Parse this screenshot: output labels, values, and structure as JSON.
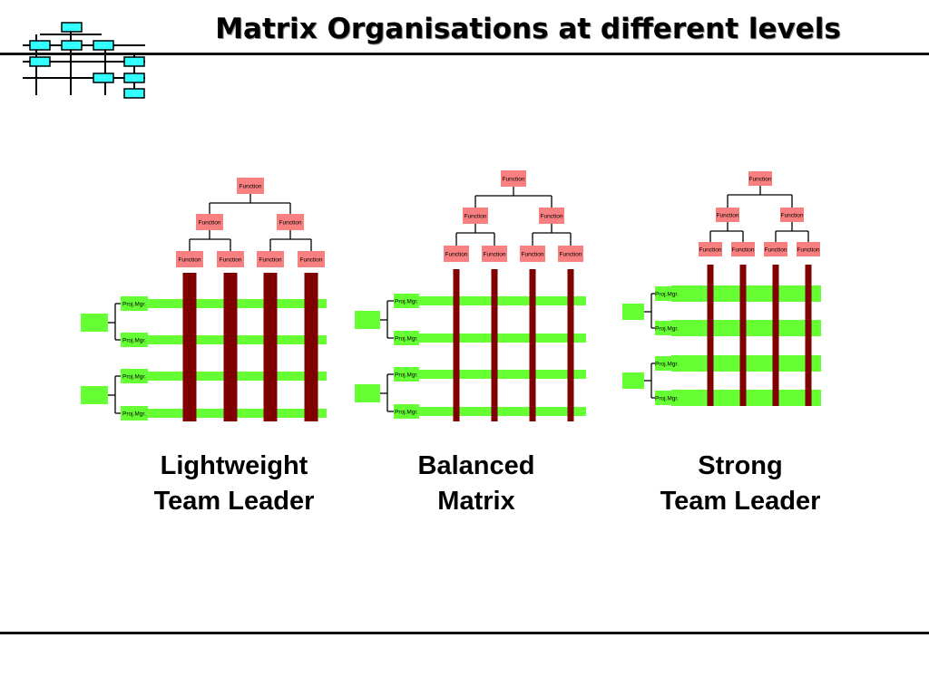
{
  "title": "Matrix Organisations at different levels",
  "box_labels": {
    "function": "Function",
    "project_manager": "Proj.Mgr."
  },
  "captions": [
    {
      "line1": "Lightweight",
      "line2": "Team Leader"
    },
    {
      "line1": "Balanced",
      "line2": "Matrix"
    },
    {
      "line1": "Strong",
      "line2": "Team Leader"
    }
  ],
  "colors": {
    "function_box": "#f98080",
    "project_box": "#66ff33",
    "function_bar": "#800000",
    "logo_box": "#33ffff",
    "line": "#000000"
  },
  "icon": "org-chart-icon"
}
